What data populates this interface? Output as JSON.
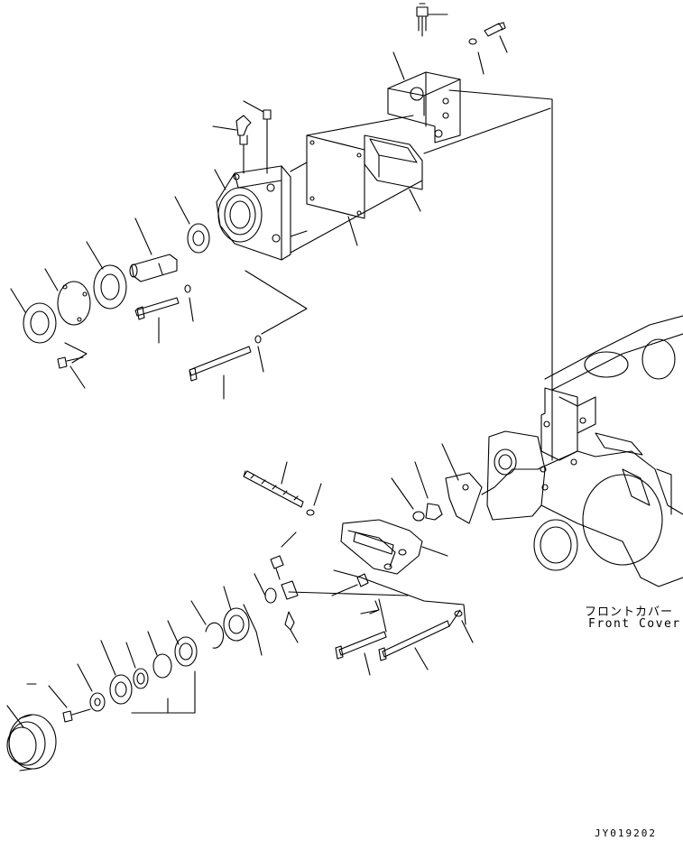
{
  "labels": {
    "front_cover_jp": "フロントカバー",
    "front_cover_en": "Front Cover",
    "drawing_code": "JY019202"
  },
  "colors": {
    "line": "#000000",
    "background": "#ffffff"
  }
}
